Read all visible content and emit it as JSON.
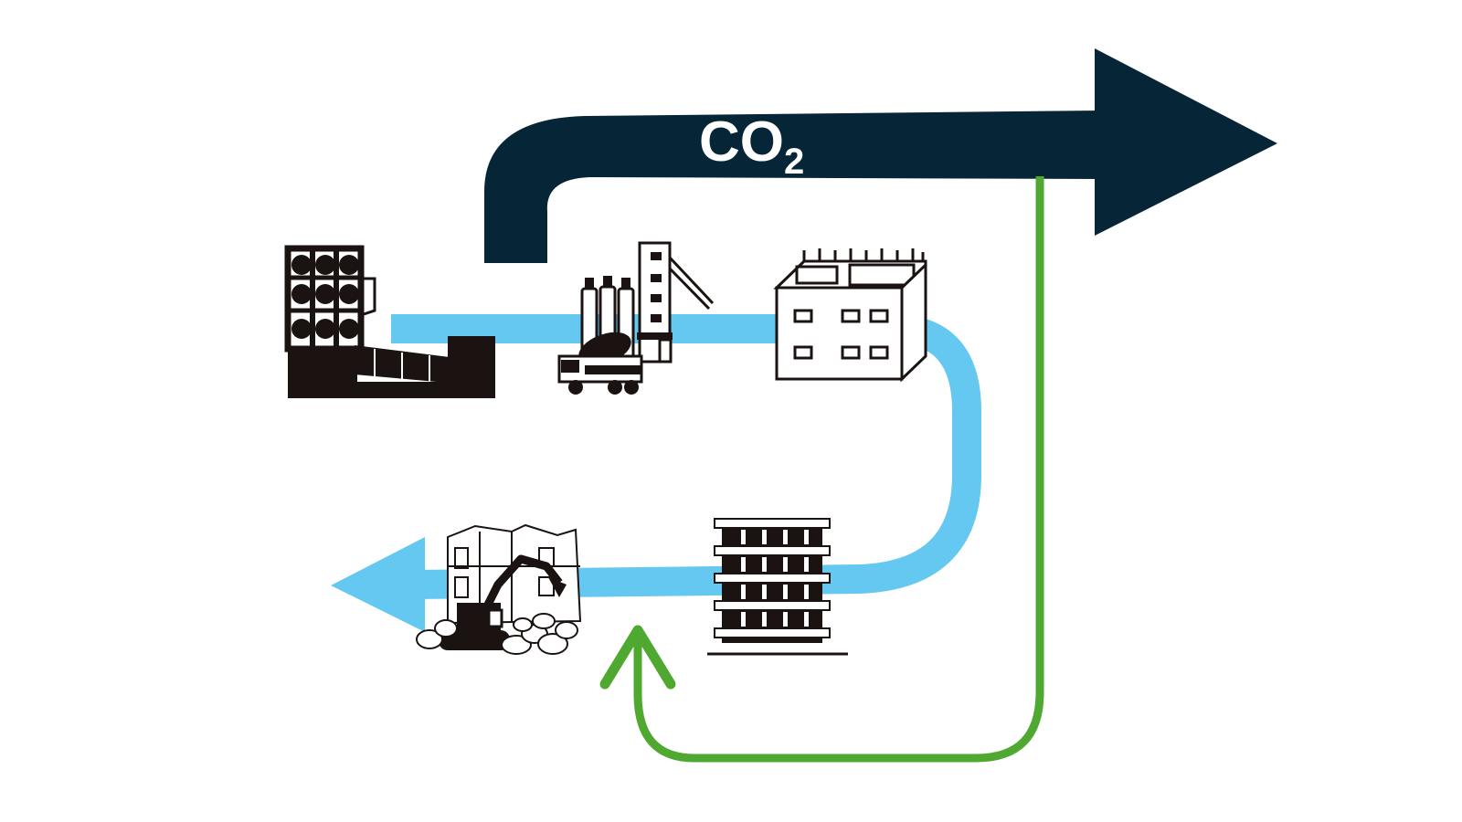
{
  "co2_label": {
    "main": "CO",
    "subscript": "2"
  },
  "colors": {
    "co2_arrow": "#062536",
    "material_flow": "#64c8f0",
    "recycle_flow": "#4fa82f",
    "icon_fill": "#1a1311",
    "background": "#ffffff"
  },
  "stages": [
    {
      "name": "cement-plant",
      "icon": "cement-plant-icon"
    },
    {
      "name": "concrete-batching-plant",
      "icon": "batching-plant-icon"
    },
    {
      "name": "building-under-construction",
      "icon": "construction-building-icon"
    },
    {
      "name": "completed-building",
      "icon": "completed-building-icon"
    },
    {
      "name": "demolition",
      "icon": "demolition-excavator-icon"
    }
  ]
}
